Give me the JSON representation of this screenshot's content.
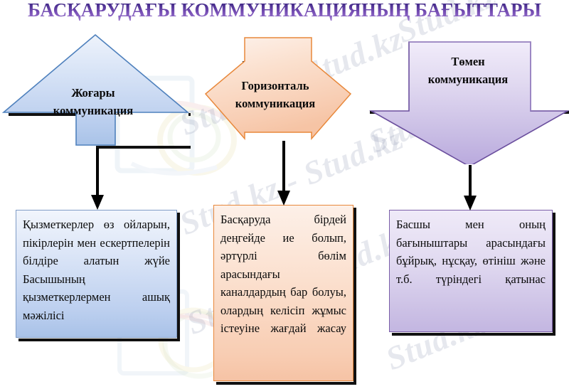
{
  "page": {
    "title": "БАСҚАРУДАҒЫ КОММУНИКАЦИЯНЫҢ БАҒЫТТАРЫ",
    "background_color": "#ffffff",
    "title_gradient_from": "#2e1f6e",
    "title_gradient_to": "#a07fd0"
  },
  "watermark": {
    "texts": [
      "Stud.kz - Stud.kz",
      "Stud.kz - Stud.kz",
      "Stud.kz - Stud.kz",
      "Stud.kz",
      "Stud.kz",
      "Stud.kz"
    ],
    "color": "#8a93ab"
  },
  "shapes": [
    {
      "id": "up-arrow",
      "icon": "arrow-up-icon",
      "label": "Жоғары\nкоммуникация",
      "fill_from": "#e8eff9",
      "fill_to": "#a9c3e8",
      "stroke": "#4f81bd"
    },
    {
      "id": "horizontal-arrow",
      "icon": "arrow-left-right-icon",
      "label": "Горизонталь\nкоммуникация",
      "fill_from": "#fdf1ea",
      "fill_to": "#f7c4a4",
      "stroke": "#e8883b"
    },
    {
      "id": "down-arrow",
      "icon": "arrow-down-icon",
      "label": "Төмен\nкоммуникация",
      "fill_from": "#efeaf8",
      "fill_to": "#b9a9dd",
      "stroke": "#7a5ea8"
    }
  ],
  "connectors": [
    {
      "id": "connector-left",
      "icon": "arrow-down-connector-icon"
    },
    {
      "id": "connector-mid",
      "icon": "arrow-down-connector-icon"
    },
    {
      "id": "connector-right",
      "icon": "arrow-down-connector-icon"
    }
  ],
  "boxes": [
    {
      "id": "box-left",
      "text": "Қызметкерлер өз ойларын, пікірлерін мен ескертпелерін білдіре алатын жүйе Басышының қызметкерлермен ашық мәжілісі",
      "fill_from": "#f1f5fc",
      "fill_to": "#a9c2e8",
      "stroke": "#7f9cc6"
    },
    {
      "id": "box-mid",
      "text": "Басқаруда бірдей деңгейде ие болып, әртүрлі бөлім арасындағы каналдардың бар болуы, олардың келісіп жұмыс істеуіне жағдай жасау",
      "fill_from": "#fdf0e8",
      "fill_to": "#f6c3a5",
      "stroke": "#e8883b"
    },
    {
      "id": "box-right",
      "text": "Басшы мен оның бағыныштары арасындағы бұйрық, нұсқау, өтініш және т.б. түріндегі қатынас",
      "fill_from": "#efeaf8",
      "fill_to": "#c3b6e1",
      "stroke": "#7a5ea8"
    }
  ]
}
